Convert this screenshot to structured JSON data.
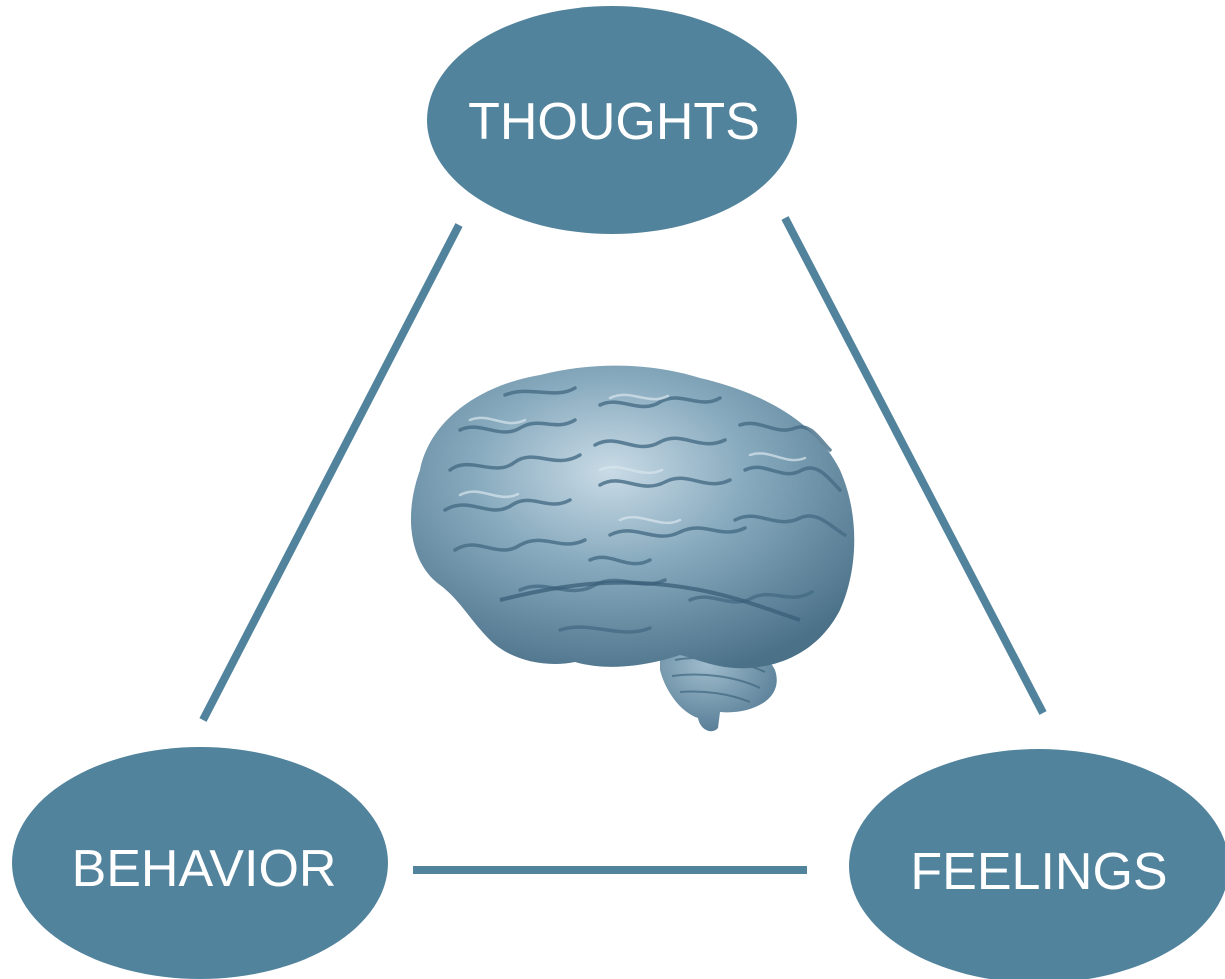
{
  "diagram": {
    "nodes": {
      "thoughts": "THOUGHTS",
      "behavior": "BEHAVIOR",
      "feelings": "FEELINGS"
    },
    "center_image": "brain",
    "colors": {
      "node_fill": "#52839c",
      "connector": "#52839c",
      "label": "#ffffff",
      "brain_base": "#7fa3b8",
      "brain_shadow": "#4b7189",
      "brain_highlight": "#c9dbe6",
      "background": "#ffffff"
    }
  }
}
